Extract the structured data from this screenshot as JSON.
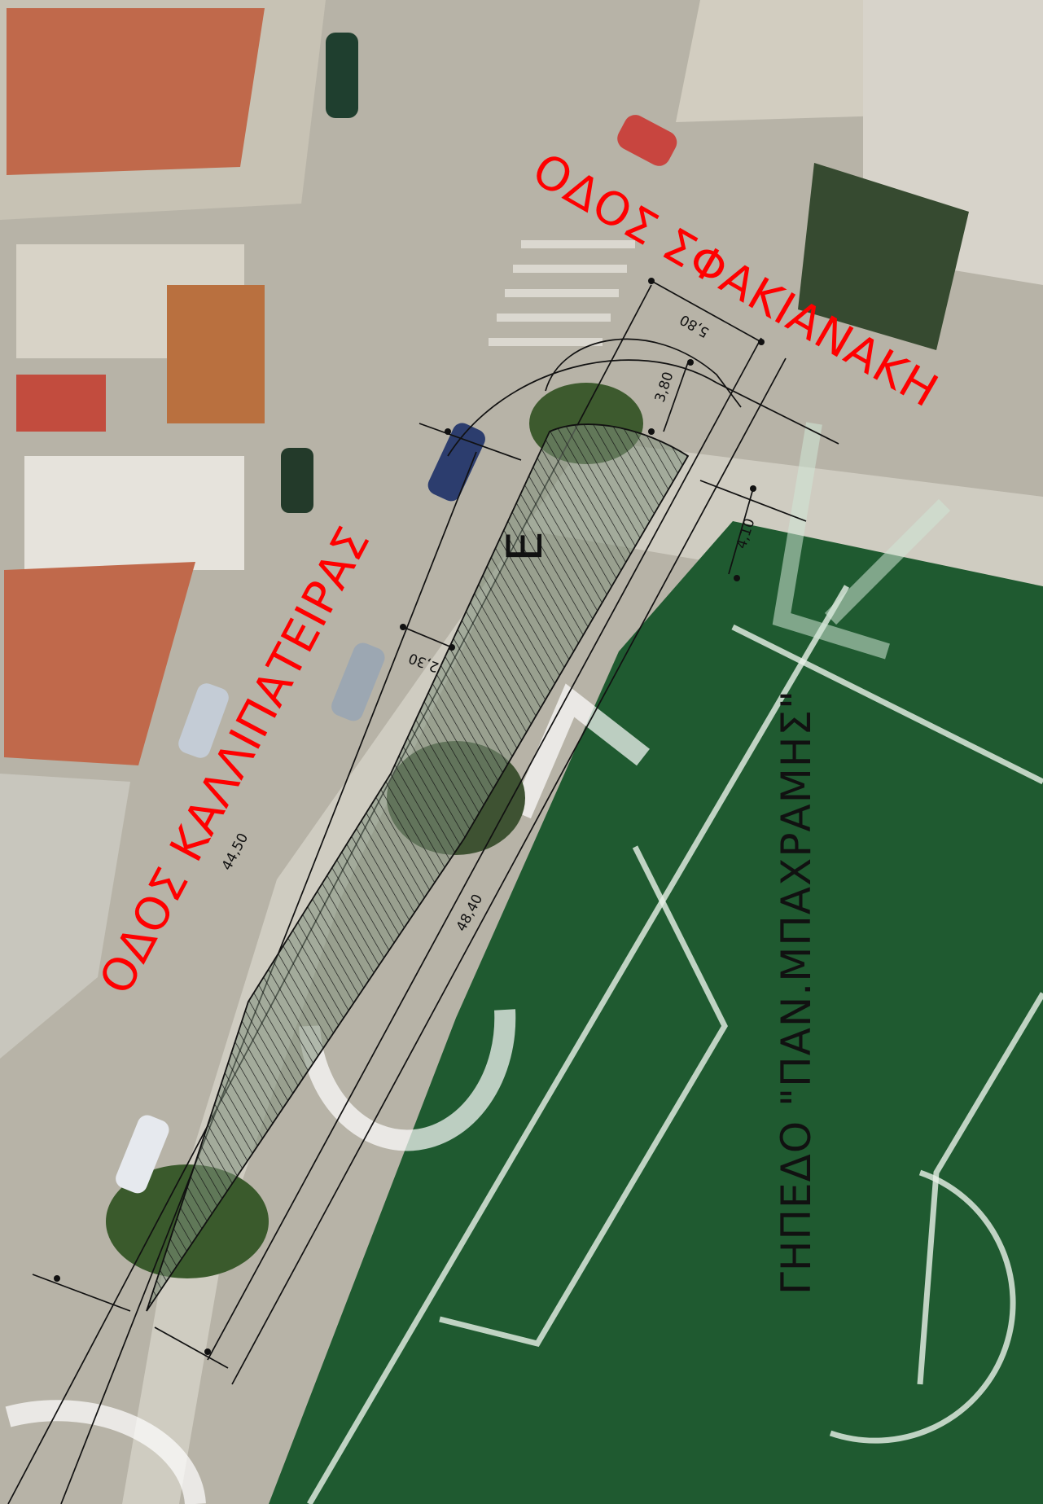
{
  "streets": {
    "sfakianaki": "ΟΔΟΣ ΣΦΑΚΙΑΝΑΚΗ",
    "kallipateiras": "ΟΔΟΣ ΚΑΛΛΙΠΑΤΕΙΡΑΣ"
  },
  "venue_label": "ΓΗΠΕΔΟ \"ΠΑΝ.ΜΠΑΧΡΑΜΗΣ\"",
  "plot_label": "Ε",
  "dimensions": {
    "top_width": "5,80",
    "corner_radius": "3,80",
    "side_width": "4,10",
    "left_width": "2,30",
    "length_left": "44,50",
    "length_right": "48,40"
  },
  "colors": {
    "street_label": "#ff0000",
    "line_work": "#111111",
    "pitch": "#1f5a30",
    "pitch_lines": "#e8efe6",
    "road": "#b8b4a8",
    "roof": "#c2684a",
    "hatch_fill": "#7c8d7a"
  }
}
